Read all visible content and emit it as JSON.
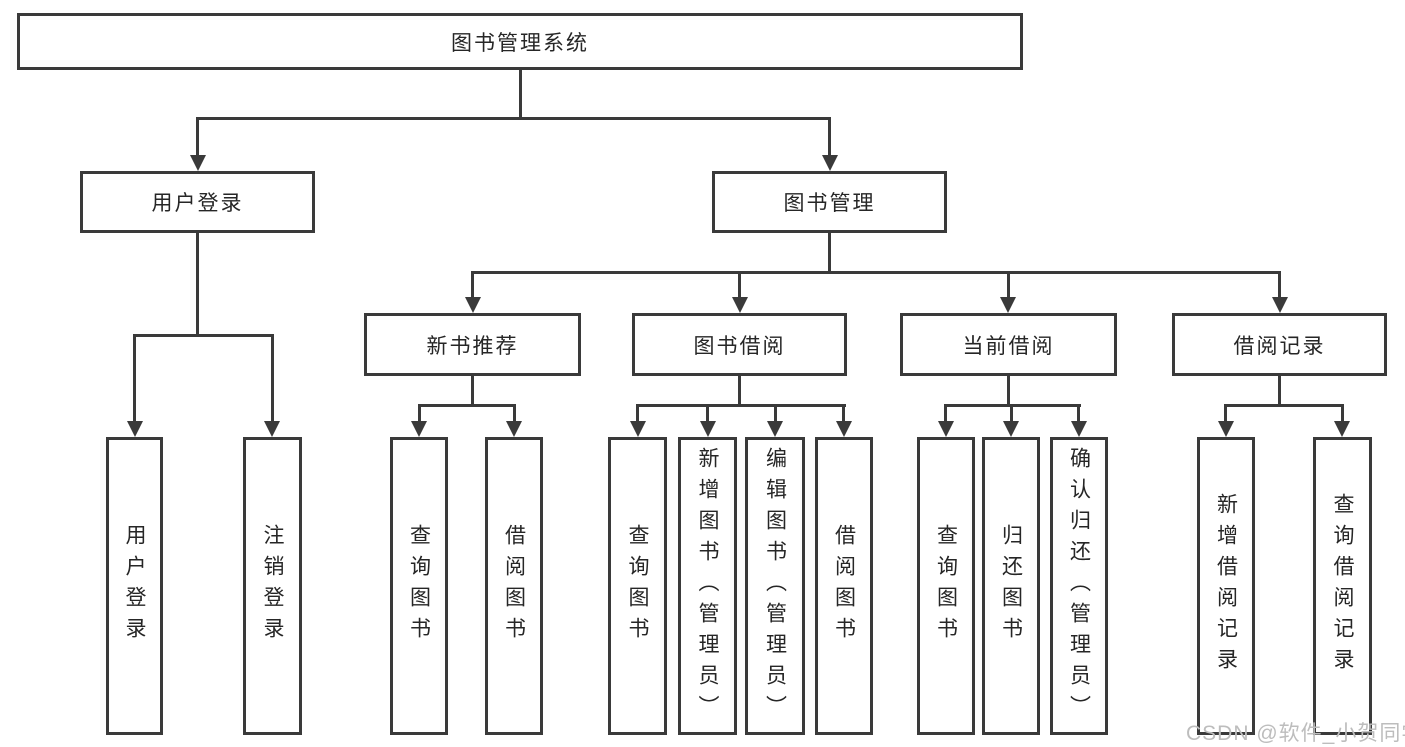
{
  "tree": {
    "root": "图书管理系统",
    "login": {
      "label": "用户登录",
      "children": [
        "用户登录",
        "注销登录"
      ]
    },
    "manage": {
      "label": "图书管理"
    },
    "recommend": {
      "label": "新书推荐",
      "children": [
        "查询图书",
        "借阅图书"
      ]
    },
    "borrow": {
      "label": "图书借阅",
      "children": [
        "查询图书",
        "新增图书（管理员）",
        "编辑图书（管理员）",
        "借阅图书"
      ]
    },
    "current": {
      "label": "当前借阅",
      "children": [
        "查询图书",
        "归还图书",
        "确认归还（管理员）"
      ]
    },
    "records": {
      "label": "借阅记录",
      "children": [
        "新增借阅记录",
        "查询借阅记录"
      ]
    }
  },
  "watermark": "CSDN @软件_小贺同学",
  "colors": {
    "line": "#3a3a3a",
    "text": "#262626",
    "watermark": "#bdbdbd",
    "background": "#ffffff"
  }
}
